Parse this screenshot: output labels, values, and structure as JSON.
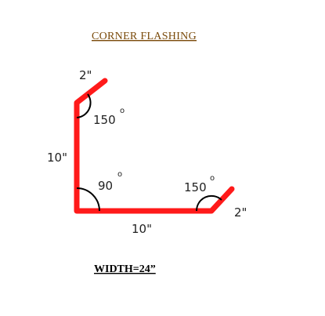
{
  "title": "CORNER  FLASHING",
  "width_label": "WIDTH=24”",
  "colors": {
    "title": "#7a4a0a",
    "flashing": "#ff1a1a",
    "arc": "#000000",
    "background": "#ffffff"
  },
  "segments": [
    {
      "id": "top-lip",
      "label": "2\""
    },
    {
      "id": "vertical-leg",
      "label": "10\""
    },
    {
      "id": "horizontal-leg",
      "label": "10\""
    },
    {
      "id": "right-lip",
      "label": "2\""
    }
  ],
  "angles": [
    {
      "id": "top-bend",
      "value": "150",
      "unit": "o"
    },
    {
      "id": "corner-bend",
      "value": "90",
      "unit": "o"
    },
    {
      "id": "right-bend",
      "value": "150",
      "unit": "o"
    }
  ]
}
